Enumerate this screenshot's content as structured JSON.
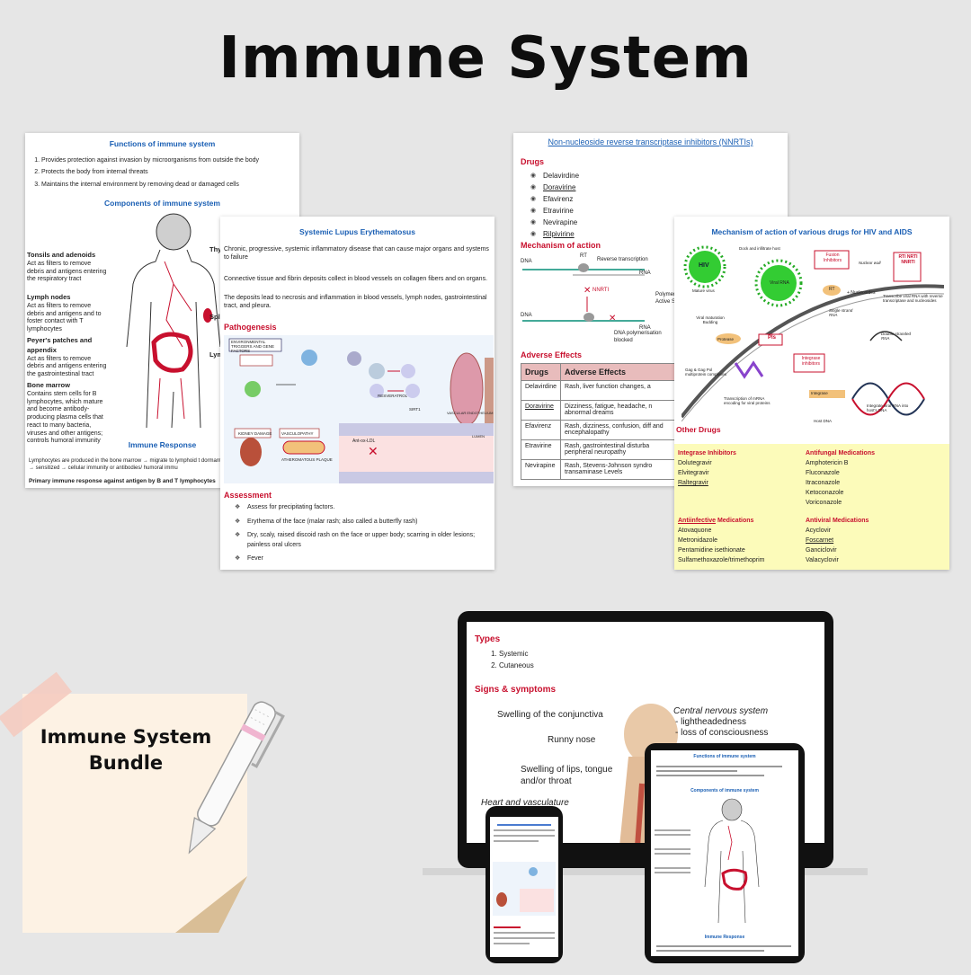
{
  "title": "Immune System",
  "bundle": {
    "line1": "Immune System",
    "line2": "Bundle"
  },
  "page1": {
    "heading_functions": "Functions of immune system",
    "functions": [
      "Provides protection against invasion by microorganisms from outside the body",
      "Protects the body from internal threats",
      "Maintains the internal environment by removing dead or damaged cells"
    ],
    "heading_components": "Components of immune system",
    "labels": {
      "tonsils_title": "Tonsils and adenoids",
      "tonsils_text": "Act as filters to remove debris and antigens entering the respiratory tract",
      "lymph_title": "Lymph nodes",
      "lymph_text": "Act as filters to remove debris and antigens and to foster contact with T lymphocytes",
      "peyer_title": "Peyer's patches and appendix",
      "peyer_text": "Act as filters to remove debris and antigens entering the gastrointestinal tract",
      "bone_title": "Bone marrow",
      "bone_text": "Contains stem cells for B lymphocytes, which mature and become antibody-producing plasma cells that react to many bacteria, viruses and other antigens; controls humoral immunity",
      "thy": "Thy",
      "spl": "Spl",
      "lym": "Lym"
    },
    "heading_response": "Immune Response",
    "response_text": "Lymphocytes are produced in the bone marrow → migrate to lymphoid t dormant → sensitized → cellular immunity or antibodies/ humoral immu",
    "primary": "Primary immune response against antigen by B and T lymphocytes"
  },
  "page2": {
    "heading": "Systemic Lupus Erythematosus",
    "para1": "Chronic, progressive, systemic inflammatory disease that can cause major organs and systems to failure",
    "para2": "Connective tissue and fibrin deposits collect in blood vessels on collagen fibers and on organs.",
    "para3": "The deposits lead to necrosis and inflammation in blood vessels, lymph nodes, gastrointestinal tract, and pleura.",
    "pathogenesis": "Pathogenesis",
    "assessment": "Assessment",
    "bullets": [
      "Assess for precipitating factors.",
      "Erythema of the face (malar rash; also called a butterfly rash)",
      "Dry, scaly, raised discoid rash on the face or upper body; scarring in older lesions; painless oral ulcers",
      "Fever"
    ],
    "diagram_labels": {
      "env": "ENVIRONMENTAL TRIGGERS AND GENE FACTORS",
      "kidney": "KIDNEY DAMAGE",
      "vasc": "VASCULOPATHY",
      "plaque": "ATHEROMATOUS PLAQUE",
      "resv": "RESVERATROL",
      "sirt": "SIRT1",
      "ox": "Ant-ox-LDL",
      "vessel": "VASCULAR ENDOTHELIUM",
      "lumen": "LUMEN"
    }
  },
  "page3": {
    "heading": "Non-nucleoside reverse transcriptase inhibitors (NNRTIs)",
    "drugs_heading": "Drugs",
    "drugs": [
      "Delavirdine",
      "Doravirine",
      "Efavirenz",
      "Etravirine",
      "Nevirapine",
      "Rilpivirine"
    ],
    "mechanism_heading": "Mechanism of action",
    "mech_labels": {
      "dna": "DNA",
      "rna": "RNA",
      "rt": "RT",
      "rev": "Reverse transcription",
      "nnrti": "NNRTI",
      "blocked": "DNA polymerisation blocked",
      "poly": "Polymerase Active Site"
    },
    "adverse_heading": "Adverse Effects",
    "table_headers": [
      "Drugs",
      "Adverse Effects"
    ],
    "table_rows": [
      [
        "Delavirdine",
        "Rash, liver function changes, a"
      ],
      [
        "Doravirine",
        "Dizziness, fatigue, headache, n abnormal dreams"
      ],
      [
        "Efavirenz",
        "Rash, dizziness, confusion, diff and encephalopathy"
      ],
      [
        "Etravirine",
        "Rash, gastrointestinal disturba peripheral neuropathy"
      ],
      [
        "Nevirapine",
        "Rash, Stevens-Johnson syndro transaminase Levels"
      ]
    ]
  },
  "page4": {
    "heading": "Mechanism of action of various drugs for HIV and AIDS",
    "diagram": {
      "hiv": "HIV",
      "viral_rna": "Viral RNA",
      "dock": "Dock and infiltrate host",
      "fusion": "Fusion Inhibitors",
      "rti": "RTI NRTI NNRTI",
      "rt": "RT",
      "nucleosides": "+ Nucleosides",
      "single": "Single strand RNA",
      "transcribe": "Transcribe viral RNA with reverse transcriptase and nucleosides",
      "double": "Double stranded RNA",
      "mature": "Mature virus",
      "budding": "Viral maturation Budding",
      "protease": "Protease",
      "pis": "PIs",
      "gag": "Gag & Gag Pol multiprotein complexes",
      "integrase_inh": "Integrase inhibitors",
      "integrase": "Integrase",
      "mrna": "Transcription of mRNA encoding for viral proteins",
      "host": "Host DNA",
      "integrate": "Integrate viral RNA into host's DNA",
      "nuclear": "Nuclear wall"
    },
    "other_drugs": "Other Drugs",
    "integrase_inhibitors": {
      "title": "Integrase Inhibitors",
      "items": [
        "Dolutegravir",
        "Elvitegravir",
        "Raltegravir"
      ]
    },
    "antifungal": {
      "title": "Antifungal Medications",
      "items": [
        "Amphotericin B",
        "Fluconazole",
        "Itraconazole",
        "Ketoconazole",
        "Voriconazole"
      ]
    },
    "antiinfective": {
      "title_u": "Antiinfective",
      "title_rest": " Medications",
      "items": [
        "Atovaquone",
        "Metronidazole",
        "Pentamidine isethionate",
        "Sulfamethoxazole/trimethoprim"
      ]
    },
    "antiviral": {
      "title": "Antiviral Medications",
      "items": [
        "Acyclovir",
        "Foscarnet",
        "Ganciclovir",
        "Valacyclovir"
      ]
    }
  },
  "laptop": {
    "types_heading": "Types",
    "types": [
      "Systemic",
      "Cutaneous"
    ],
    "signs_heading": "Signs & symptoms",
    "labels": {
      "conjunctiva": "Swelling of the conjunctiva",
      "runny": "Runny nose",
      "lips": "Swelling of lips, tongue and/or throat",
      "heart": "Heart and vasculature",
      "cns": "Central nervous system",
      "light": "- lightheadedness",
      "loss": "- loss of consciousness"
    }
  },
  "tablet": {
    "heading_functions": "Functions of immune system",
    "heading_components": "Components of immune system",
    "heading_response": "Immune Response"
  },
  "colors": {
    "background": "#e6e6e6",
    "blue_heading": "#1a5fb4",
    "red_heading": "#c8102e",
    "yellow_panel": "#fcfbba",
    "note": "#fdf2e4"
  },
  "icons": [
    "pen-icon",
    "hiv-virus-icon",
    "dna-helix-icon"
  ]
}
